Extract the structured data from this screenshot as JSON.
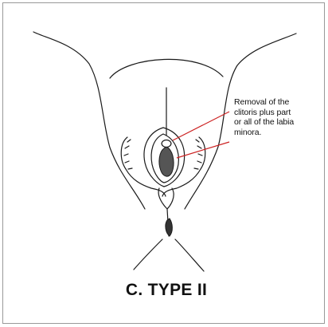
{
  "annotation": {
    "lines": [
      "Removal of the",
      "clitoris plus part",
      "or all of the labia",
      "minora."
    ]
  },
  "caption": "C. TYPE II",
  "colors": {
    "outline": "#1a1a1a",
    "pointer": "#cc2222",
    "shaded_region": "#555555",
    "frame_border": "#999999",
    "background": "#ffffff"
  }
}
